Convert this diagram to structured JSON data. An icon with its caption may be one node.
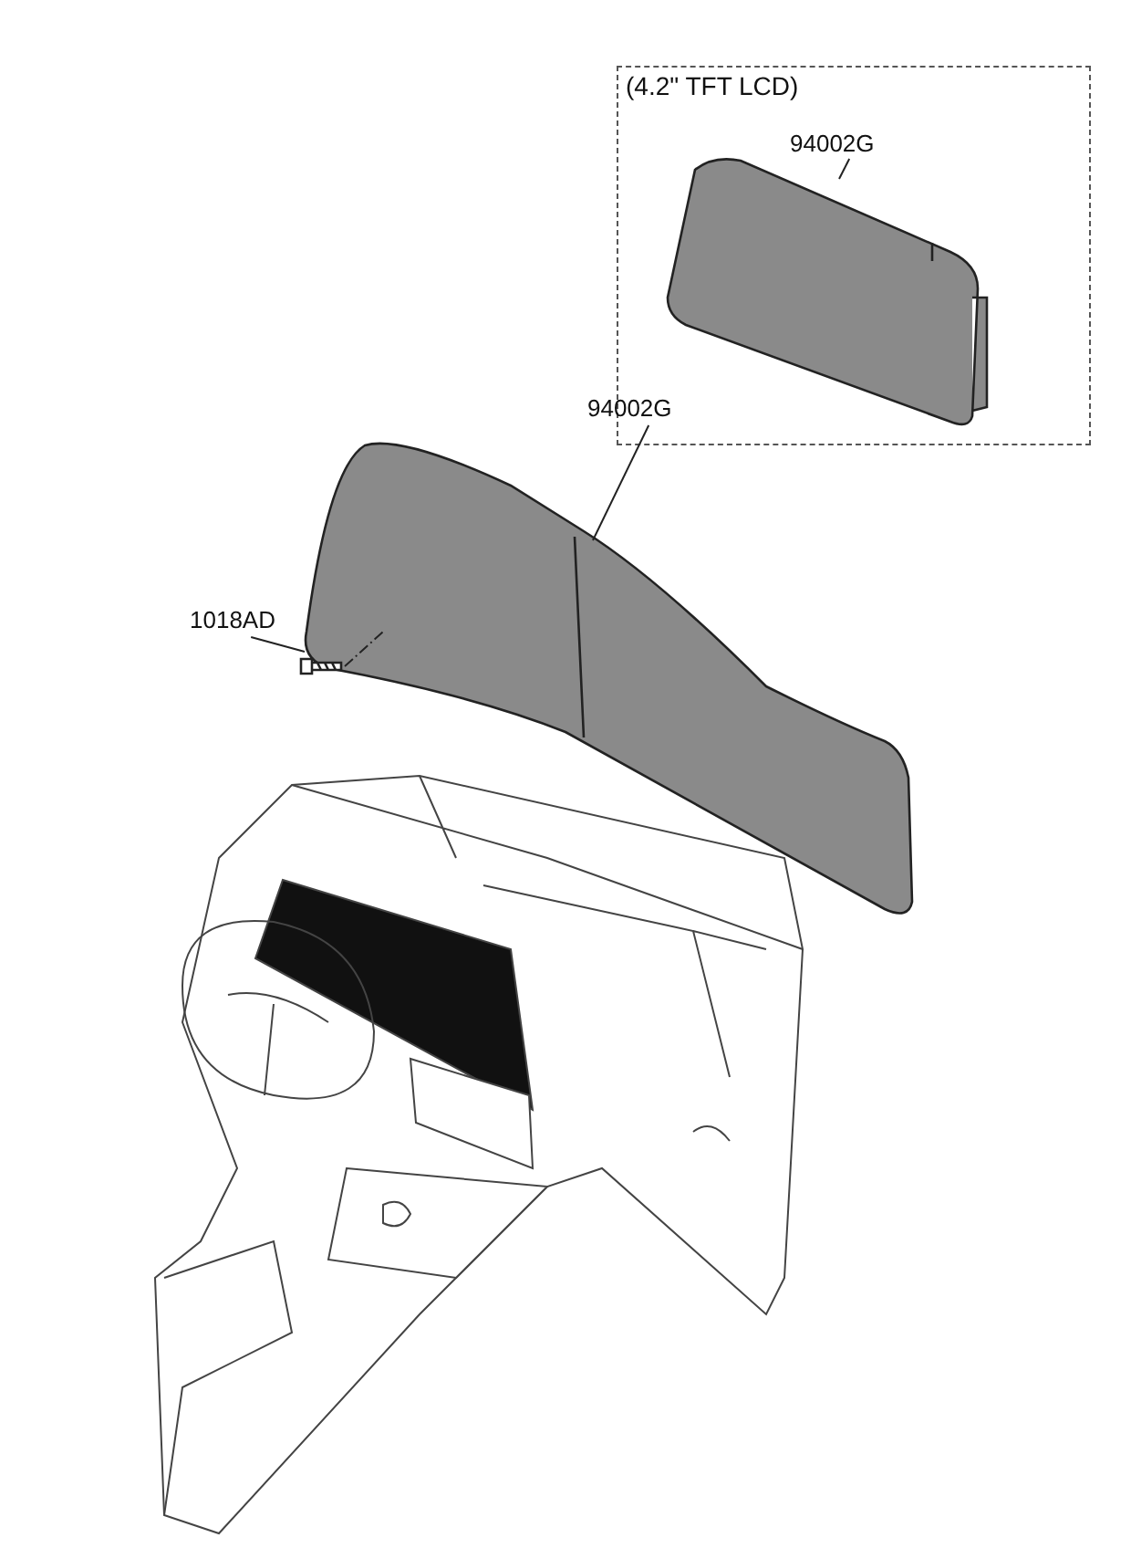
{
  "diagram": {
    "nodes": [
      {
        "text": [
          "(4.2\" TFT LCD)"
        ]
      },
      {
        "text": [
          "94002G"
        ],
        "in": 0
      },
      {
        "text": [],
        "shape": "picture",
        "in": 0
      },
      {
        "text": [
          "94002G"
        ]
      },
      {
        "text": [],
        "shape": "picture"
      },
      {
        "text": [
          "1018AD"
        ]
      },
      {
        "text": [],
        "shape": "picture"
      }
    ],
    "edges": [
      {
        "from": 1,
        "to": 2,
        "arrow": "none"
      },
      {
        "from": 3,
        "to": 4,
        "arrow": "none"
      },
      {
        "from": 5,
        "to": 6,
        "arrow": "none"
      },
      {
        "from": 6,
        "to": 4,
        "arrow": "none",
        "style": "dashed"
      }
    ]
  }
}
